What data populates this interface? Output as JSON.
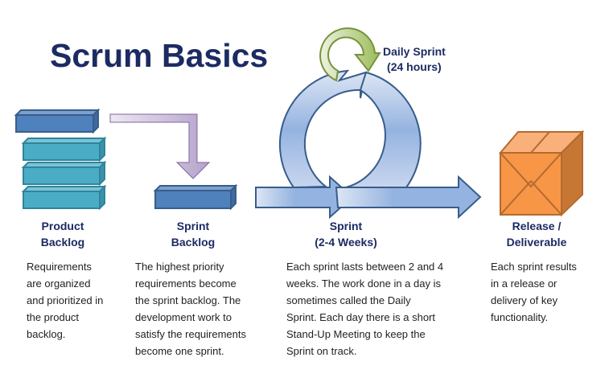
{
  "title": "Scrum Basics",
  "daily_sprint": {
    "line1": "Daily Sprint",
    "line2": "(24 hours)"
  },
  "stages": [
    {
      "label1": "Product",
      "label2": "Backlog",
      "desc": [
        "Requirements",
        "are organized",
        "and prioritized in",
        "the product",
        "backlog."
      ]
    },
    {
      "label1": "Sprint",
      "label2": "Backlog",
      "desc": [
        "The highest priority",
        "requirements become",
        "the sprint backlog. The",
        "development work to",
        "satisfy the requirements",
        "become one sprint."
      ]
    },
    {
      "label1": "Sprint",
      "label2": "(2-4 Weeks)",
      "desc": [
        "Each sprint lasts between 2 and 4",
        "weeks. The work done in a day is",
        "sometimes called the Daily",
        "Sprint.  Each day there is a short",
        "Stand-Up Meeting to keep the",
        "Sprint on track."
      ]
    },
    {
      "label1": "Release /",
      "label2": "Deliverable",
      "desc": [
        "Each sprint results",
        "in a release or",
        "delivery of key",
        "functionality."
      ]
    }
  ],
  "colors": {
    "navy": "#1c2b63",
    "blue": "#4f81bd",
    "teal": "#4bacc6",
    "purple": "#b3a2c7",
    "green": "#77933c",
    "orange": "#f79646"
  }
}
